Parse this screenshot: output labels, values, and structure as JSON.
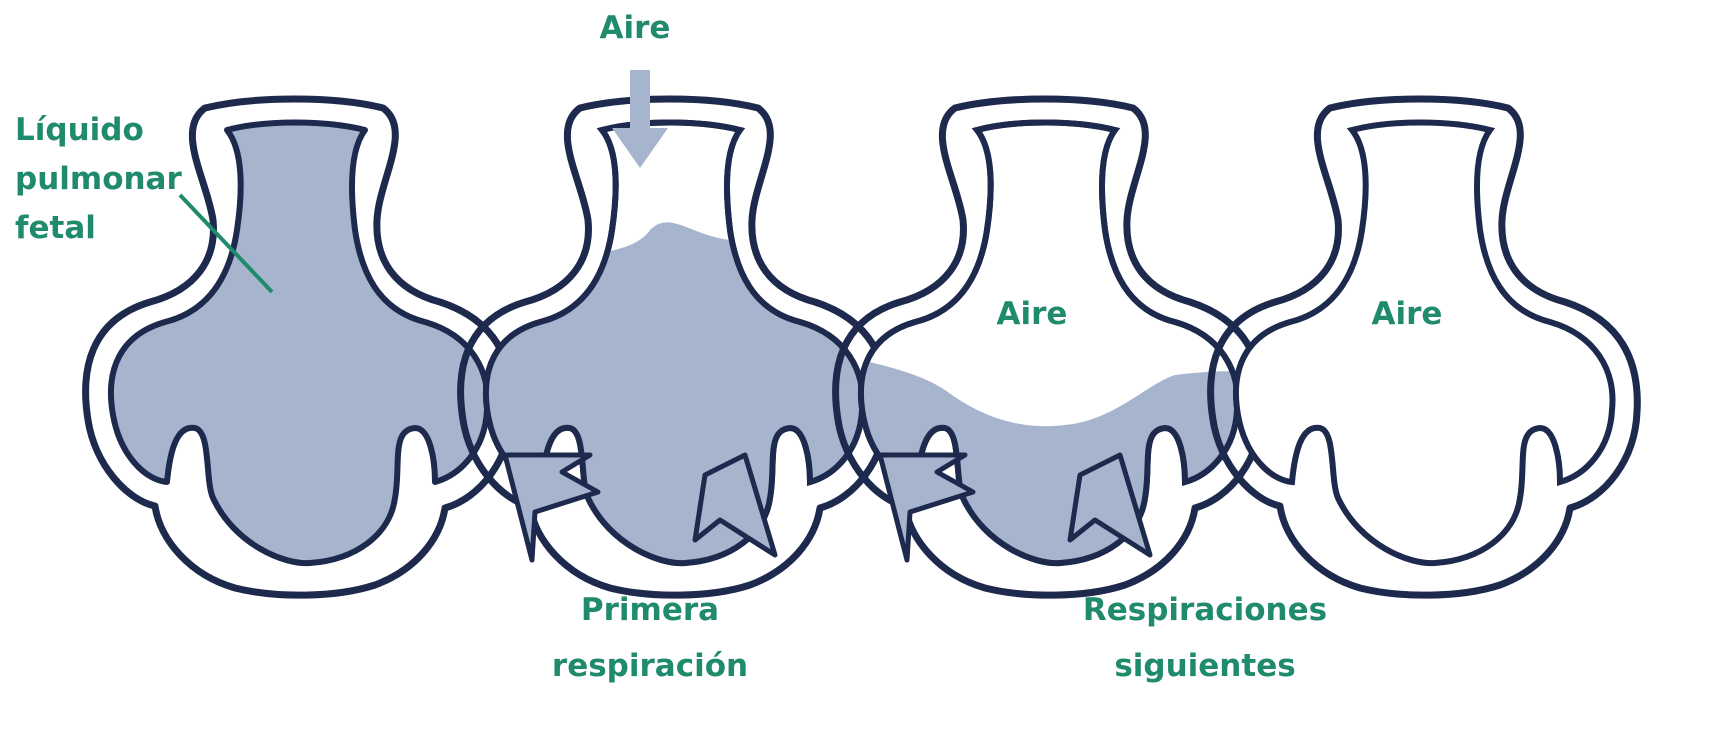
{
  "labels": {
    "fluid": [
      "Líquido",
      "pulmonar",
      "fetal"
    ],
    "air_top": "Aire",
    "air_stage3": "Aire",
    "air_stage4": "Aire",
    "first_breath": [
      "Primera",
      "respiración"
    ],
    "following_breaths": [
      "Respiraciones",
      "siguientes"
    ]
  },
  "stages": [
    {
      "name": "fetal-lung",
      "fill": "full"
    },
    {
      "name": "first-breath",
      "fill": "partial-high"
    },
    {
      "name": "second-breath",
      "fill": "partial-low"
    },
    {
      "name": "following-breaths",
      "fill": "empty"
    }
  ],
  "colors": {
    "fluid": "#a7b4ce",
    "outline": "#1d2a4d",
    "label": "#1f8a6c",
    "arrow": "#a7b4ce"
  }
}
